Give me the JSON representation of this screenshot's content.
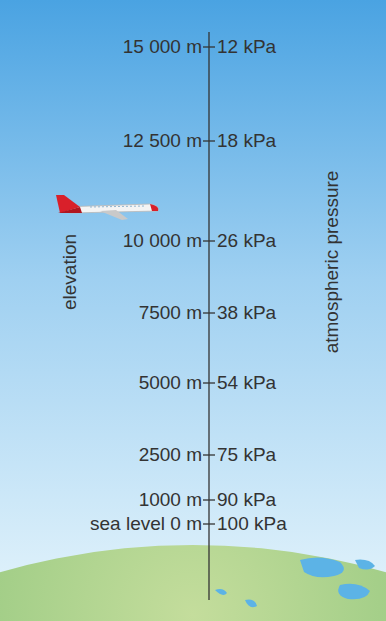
{
  "diagram": {
    "labels": [
      "15 000 m",
      "12 kPa",
      "12 500 m",
      "18 kPa",
      "10 000 m",
      "26 kPa",
      "7500 m",
      "38 kPa",
      "5000 m",
      "54 kPa",
      "2500 m",
      "75 kPa",
      "1000 m",
      "90 kPa",
      "sea level 0 m",
      "100 kPa",
      "elevation",
      "atmospheric pressure"
    ]
  }
}
